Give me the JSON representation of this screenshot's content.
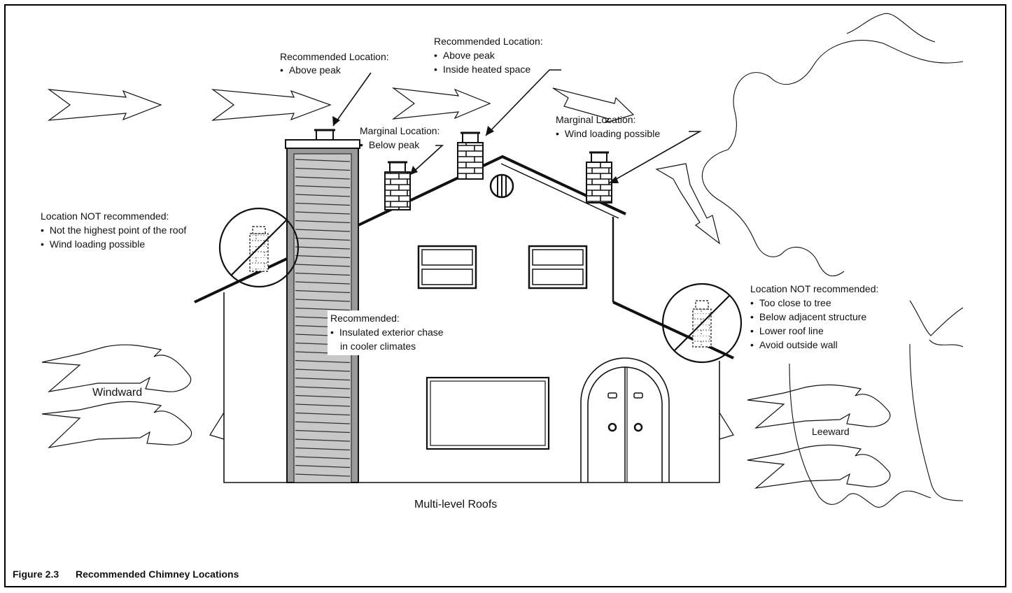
{
  "figure": {
    "number": "Figure 2.3",
    "title": "Recommended Chimney Locations",
    "caption": "Multi-level Roofs"
  },
  "wind": {
    "windward": "Windward",
    "leeward": "Leeward"
  },
  "callouts": {
    "above_peak_left": {
      "heading": "Recommended Location:",
      "bullets": [
        "Above peak"
      ]
    },
    "above_peak_heated": {
      "heading": "Recommended Location:",
      "bullets": [
        "Above peak",
        "Inside heated space"
      ]
    },
    "marginal_below_peak": {
      "heading": "Marginal Location:",
      "bullets": [
        "Below peak"
      ]
    },
    "marginal_wind": {
      "heading": "Marginal Location:",
      "bullets": [
        "Wind loading possible"
      ]
    },
    "not_recommended_left": {
      "heading": "Location NOT recommended:",
      "bullets": [
        "Not the highest point of the roof",
        "Wind loading possible"
      ]
    },
    "exterior_chase": {
      "heading": "Recommended:",
      "bullets": [
        "Insulated exterior chase",
        "in cooler climates"
      ]
    },
    "not_recommended_right": {
      "heading": "Location NOT recommended:",
      "bullets": [
        "Too close to tree",
        "Below adjacent structure",
        "Lower roof line",
        "Avoid outside wall"
      ]
    }
  },
  "bullet_char": "•"
}
